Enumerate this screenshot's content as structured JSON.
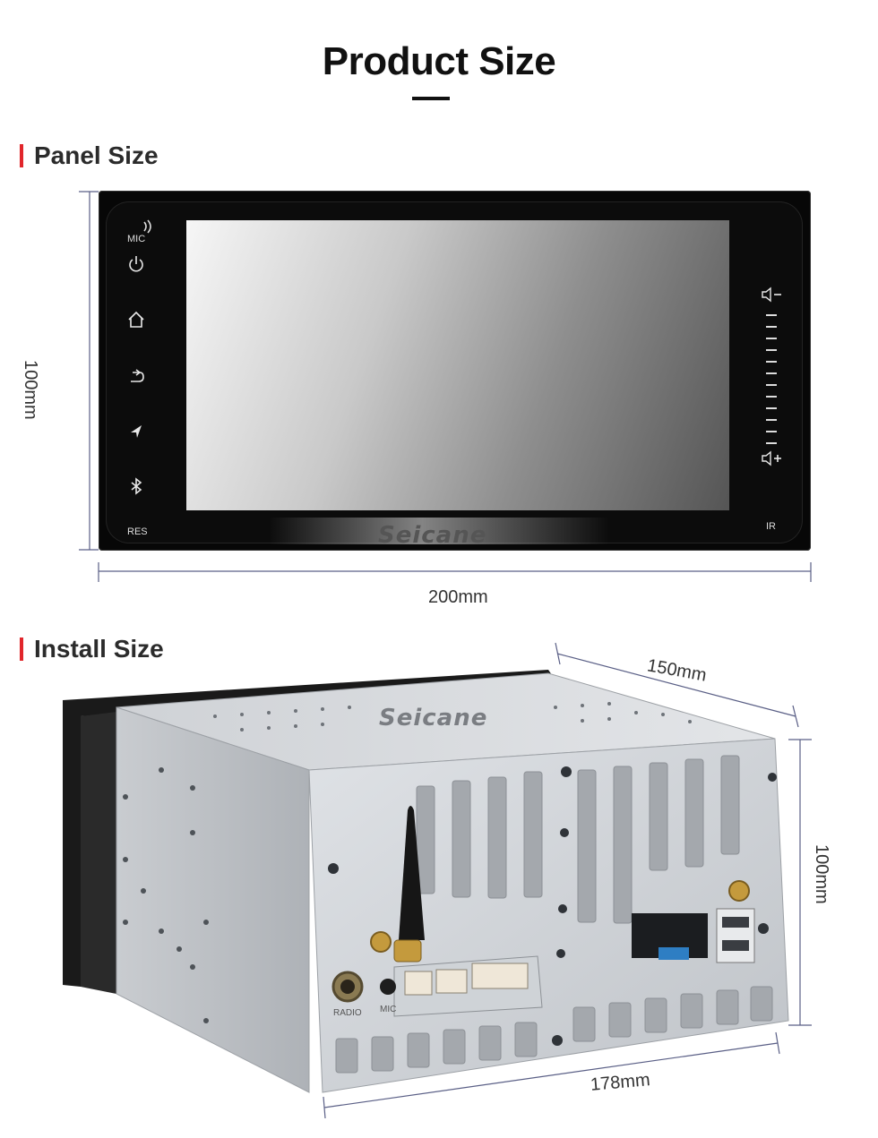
{
  "header": {
    "title": "Product Size"
  },
  "sections": {
    "panel": {
      "label": "Panel Size"
    },
    "install": {
      "label": "Install Size"
    }
  },
  "panel": {
    "brand": "Seicane",
    "labels": {
      "mic": "MIC",
      "res": "RES",
      "ir": "IR"
    },
    "icons": [
      "power-icon",
      "home-icon",
      "back-icon",
      "navigation-icon",
      "bluetooth-icon",
      "volume-down-icon",
      "volume-up-icon"
    ],
    "dimensions": {
      "height": "100mm",
      "width": "200mm"
    }
  },
  "install": {
    "brand": "Seicane",
    "port_labels": {
      "radio": "RADIO",
      "mic": "MIC"
    },
    "dimensions": {
      "depth": "150mm",
      "height": "100mm",
      "width": "178mm"
    }
  },
  "colors": {
    "accent": "#e1262b",
    "dim_line": "#5a5f86"
  }
}
